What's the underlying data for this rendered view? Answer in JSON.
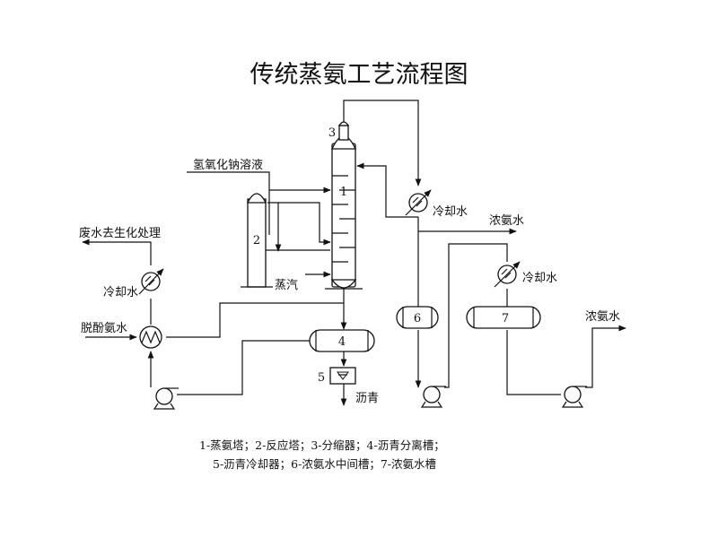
{
  "title": "传统蒸氨工艺流程图",
  "equipment": {
    "e1": "1",
    "e2": "2",
    "e3": "3",
    "e4": "4",
    "e5": "5",
    "e6": "6",
    "e7": "7"
  },
  "streams": {
    "naoh": "氢氧化钠溶液",
    "waste_water": "废水去生化处理",
    "dephenol_ammonia_water": "脱酚氨水",
    "steam": "蒸汽",
    "cooling_water_left": "冷却水",
    "cooling_water_mid": "冷却水",
    "cooling_water_right": "冷却水",
    "strong_ammonia_1": "浓氨水",
    "strong_ammonia_2": "浓氨水",
    "asphalt": "沥青"
  },
  "legend": {
    "line1": "1-蒸氨塔；2-反应塔；3-分缩器；4-沥青分离槽；",
    "line2": "5-沥青冷却器；6-浓氨水中间槽；7-浓氨水槽"
  }
}
